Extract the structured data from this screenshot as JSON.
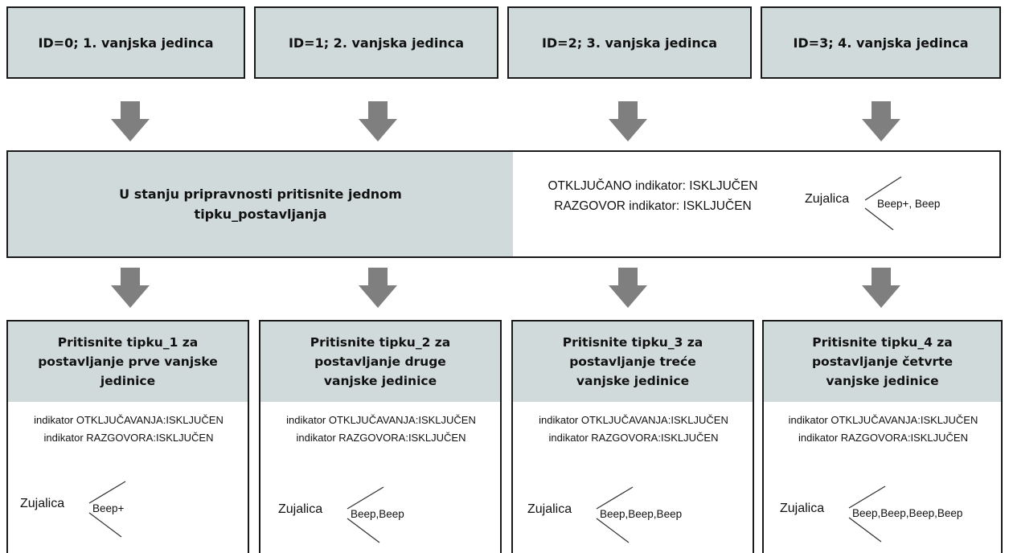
{
  "top_units": [
    {
      "label": "ID=0; 1. vanjska jedinca"
    },
    {
      "label": "ID=1; 2. vanjska jedinca"
    },
    {
      "label": "ID=2; 3. vanjska jedinca"
    },
    {
      "label": "ID=3; 4. vanjska jedinca"
    }
  ],
  "standby": {
    "instruction_lines": [
      "U stanju pripravnosti pritisnite jednom",
      "tipku_postavljanja"
    ],
    "indicator_lines": [
      "OTKLJUČANO indikator: ISKLJUČEN",
      "RAZGOVOR indikator: ISKLJUČEN"
    ],
    "buzzer_label": "Zujalica",
    "buzzer_beeps": "Beep+, Beep"
  },
  "steps": [
    {
      "title_lines": [
        "Pritisnite tipku_1 za",
        "postavljanje prve vanjske",
        "jedinice"
      ],
      "indicator_lines": [
        "indikator OTKLJUČAVANJA:ISKLJUČEN",
        "indikator RAZGOVORA:ISKLJUČEN"
      ],
      "buzzer_label": "Zujalica",
      "buzzer_beeps": "Beep+"
    },
    {
      "title_lines": [
        "Pritisnite tipku_2 za",
        "postavljanje druge",
        "vanjske jedinice"
      ],
      "indicator_lines": [
        "indikator OTKLJUČAVANJA:ISKLJUČEN",
        "indikator RAZGOVORA:ISKLJUČEN"
      ],
      "buzzer_label": "Zujalica",
      "buzzer_beeps": "Beep,Beep"
    },
    {
      "title_lines": [
        "Pritisnite tipku_3 za",
        "postavljanje treće",
        "vanjske jedinice"
      ],
      "indicator_lines": [
        "indikator OTKLJUČAVANJA:ISKLJUČEN",
        "indikator RAZGOVORA:ISKLJUČEN"
      ],
      "buzzer_label": "Zujalica",
      "buzzer_beeps": "Beep,Beep,Beep"
    },
    {
      "title_lines": [
        "Pritisnite tipku_4 za",
        "postavljanje četvrte",
        "vanjske jedinice"
      ],
      "indicator_lines": [
        "indikator OTKLJUČAVANJA:ISKLJUČEN",
        "indikator RAZGOVORA:ISKLJUČEN"
      ],
      "buzzer_label": "Zujalica",
      "buzzer_beeps": "Beep,Beep,Beep,Beep"
    }
  ],
  "colors": {
    "box_fill": "#d1dada",
    "arrow_fill": "#7f7f7f",
    "border": "#1a1a1a"
  },
  "icons": {
    "arrow": "down-arrow-icon"
  }
}
